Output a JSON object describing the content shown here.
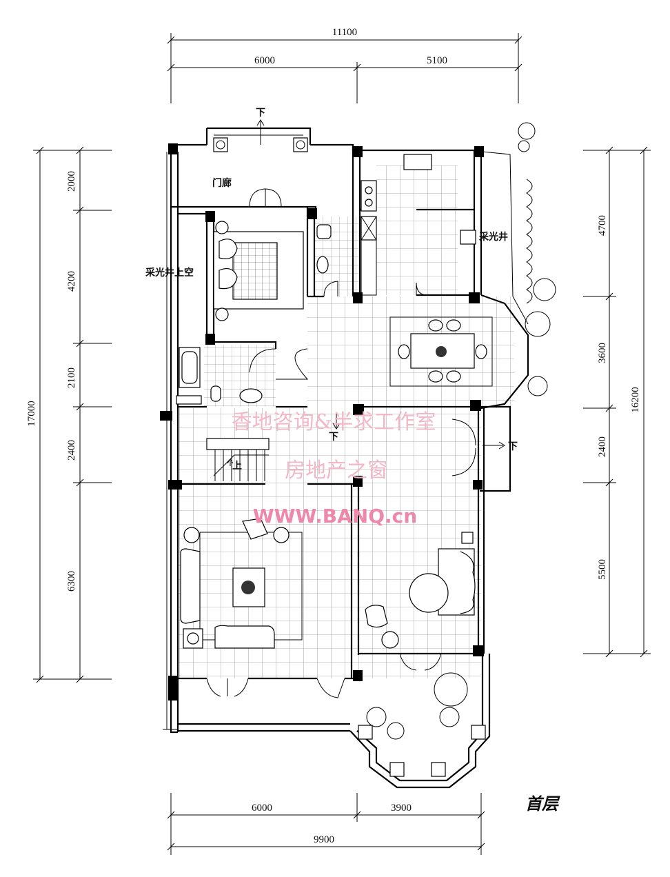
{
  "dimensions": {
    "top_total": "11100",
    "top_left": "6000",
    "top_right": "5100",
    "bottom_left": "6000",
    "bottom_right": "3900",
    "bottom_total": "9900",
    "left_total": "17000",
    "left_segments": [
      "2000",
      "4200",
      "2100",
      "2400",
      "6300"
    ],
    "right_total": "16200",
    "right_segments": [
      "4700",
      "3600",
      "2400",
      "5500"
    ]
  },
  "labels": {
    "porch": "门廊",
    "lightwell_void": "采光井上空",
    "lightwell": "采光井",
    "down": "下",
    "up": "上",
    "floor_title": "首层"
  },
  "watermark": {
    "line1": "香地咨询&半求工作室",
    "line2": "房地产之窗",
    "url": "WWW.BANQ.cn"
  }
}
